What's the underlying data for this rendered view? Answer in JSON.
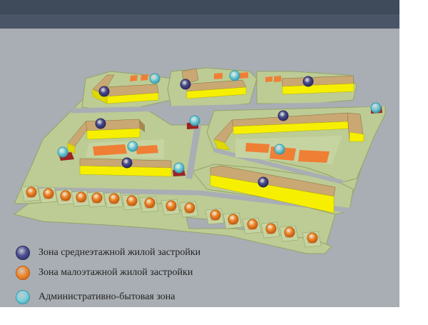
{
  "map": {
    "legend": [
      {
        "key": "mid_rise",
        "label": "Зона среднеэтажной жилой застройки",
        "color": "#4b4e92",
        "edge": "#2a2a5a",
        "icon": "zone-marker-icon"
      },
      {
        "key": "low_rise",
        "label": "Зона малоэтажной жилой застройки",
        "color": "#f08a2e",
        "edge": "#c05a10",
        "icon": "zone-marker-icon"
      },
      {
        "key": "admin",
        "label": "Административно-бытовая зона",
        "color": "#7fd2de",
        "edge": "#3a9aa8",
        "icon": "zone-marker-icon"
      }
    ],
    "colors": {
      "background": "#a9aeb4",
      "top_band": "#3f4a5a",
      "ground": "#bccc94",
      "ground_edge": "#93a36a",
      "roof_tan": "#c9a874",
      "facade_yellow": "#f6f000",
      "low_rise_roof": "#ef7f35",
      "admin_building": "#9b2323"
    }
  }
}
